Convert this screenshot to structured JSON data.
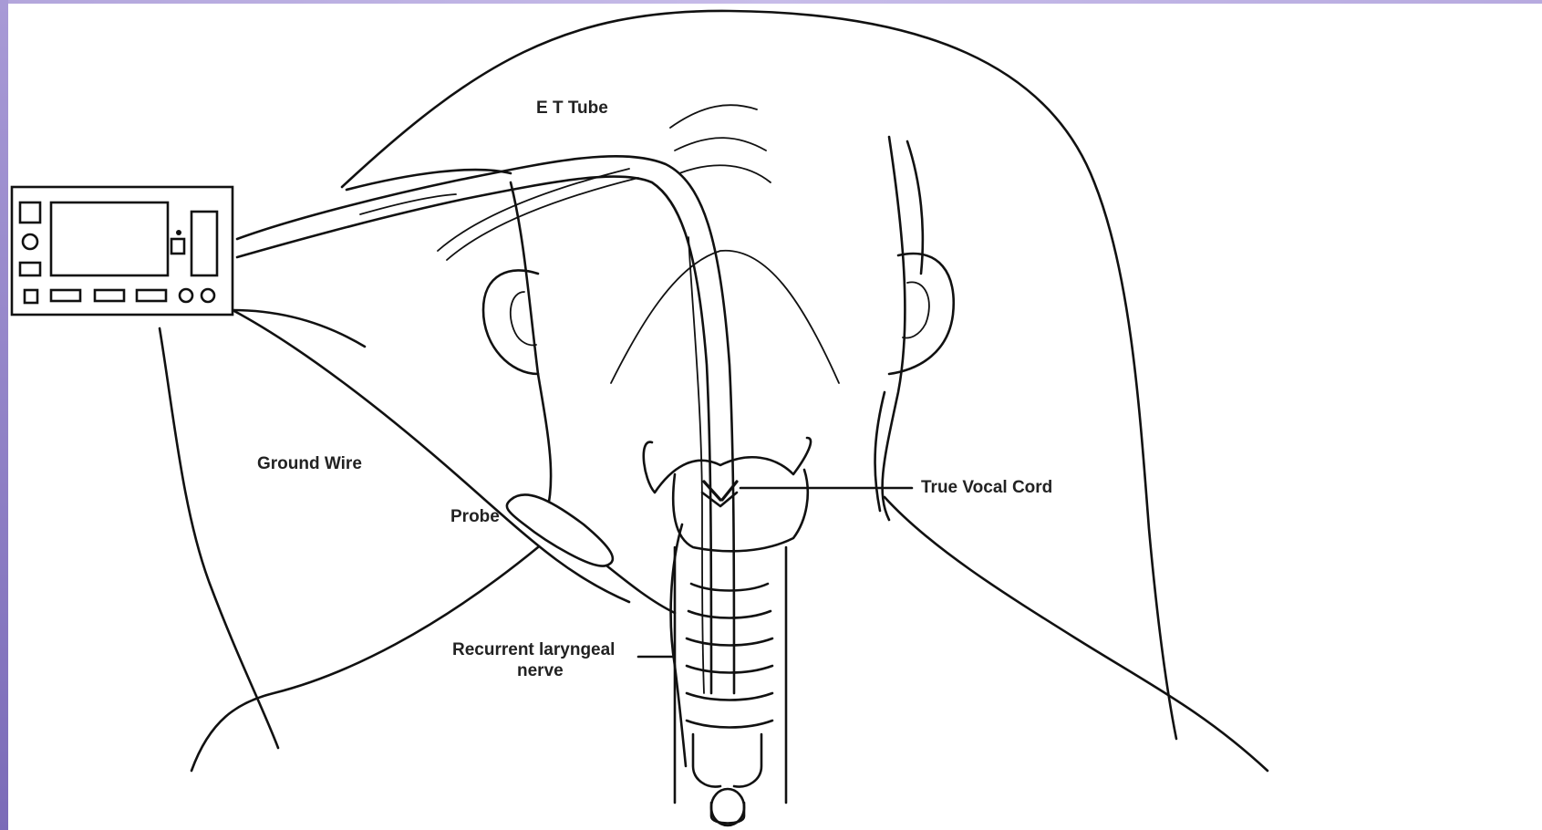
{
  "labels": {
    "et_tube": "E T Tube",
    "ground_wire": "Ground Wire",
    "probe": "Probe",
    "true_vocal_cord": "True Vocal Cord",
    "recurrent_line1": "Recurrent  laryngeal",
    "recurrent_line2": "nerve"
  },
  "icons": [
    "nerve-monitor-device-icon",
    "patient-head-outline",
    "trachea-outline",
    "larynx-outline",
    "probe-icon"
  ],
  "colors": {
    "border": "#b3a6dc",
    "line": "#111111",
    "background": "#ffffff"
  }
}
